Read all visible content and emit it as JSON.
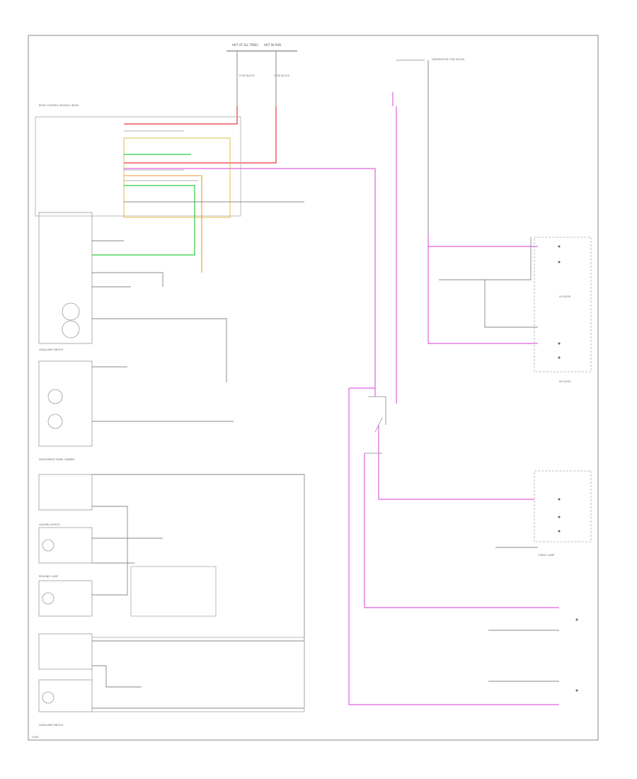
{
  "diagram": {
    "labels": {
      "fuse_top_1": "HOT AT ALL TIMES",
      "fuse_top_2": "HOT IN RUN",
      "fuse_block_1": "FUSE BLOCK",
      "fuse_block_2": "FUSE BLOCK",
      "underhood": "UNDERHOOD FUSE BLOCK",
      "bcm": "BODY CONTROL MODULE (BCM)",
      "headlamp_switch": "HEADLAMP SWITCH",
      "dimmer": "INSTRUMENT PANEL DIMMER",
      "hazard": "HAZARD SWITCH",
      "reading_lamp": "READING LAMP",
      "lh_door": "LH DOOR",
      "rh_door": "RH DOOR",
      "cargo": "CARGO LAMP",
      "bottom_left": "HEADLAMP SWITCH",
      "footnote": "G200"
    },
    "colors": {
      "red_wire": "#e8383d",
      "pink_wire": "#e060e0",
      "green_wire": "#2ecc40",
      "orange_wire": "#e89a3a",
      "yellow_wire": "#e0c040",
      "gray_wire": "#888888"
    }
  }
}
